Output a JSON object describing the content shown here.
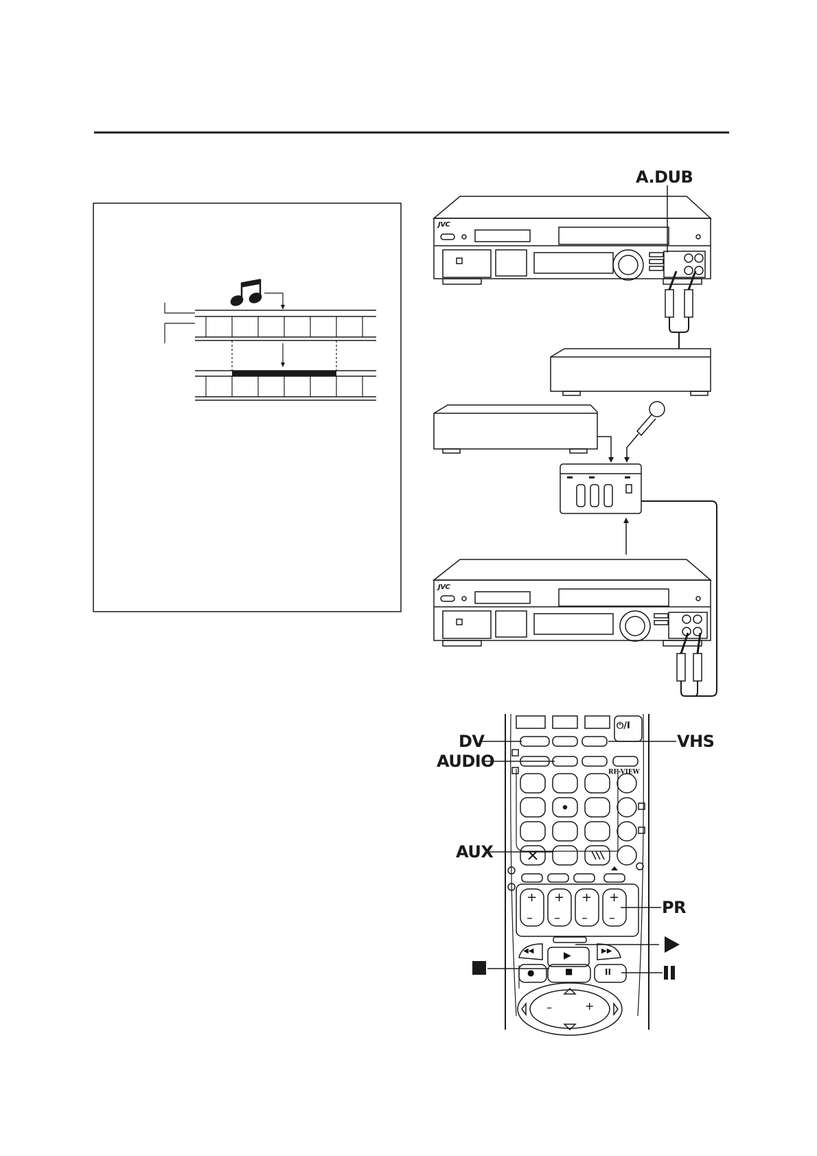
{
  "brand_logo": "JVC",
  "callouts": {
    "a_dub": "A.DUB",
    "dv": "DV",
    "vhs": "VHS",
    "audio": "AUDIO",
    "aux": "AUX",
    "pr": "PR"
  },
  "remote": {
    "power_symbol": "⏻/I",
    "review_label": "RE-VIEW",
    "plus": "+",
    "minus": "–",
    "play_symbol": "▶",
    "stop_symbol": "■",
    "pause_symbol": "II",
    "record_symbol": "●",
    "rew_symbol": "◀◀",
    "ff_symbol": "▶▶"
  },
  "icons": {
    "stop_key": "stop-square-icon",
    "play_key": "play-triangle-icon",
    "pause_key": "pause-bars-icon"
  },
  "colors": {
    "ink": "#1a1a1a",
    "device_gray": "#555555",
    "paper": "#ffffff"
  }
}
